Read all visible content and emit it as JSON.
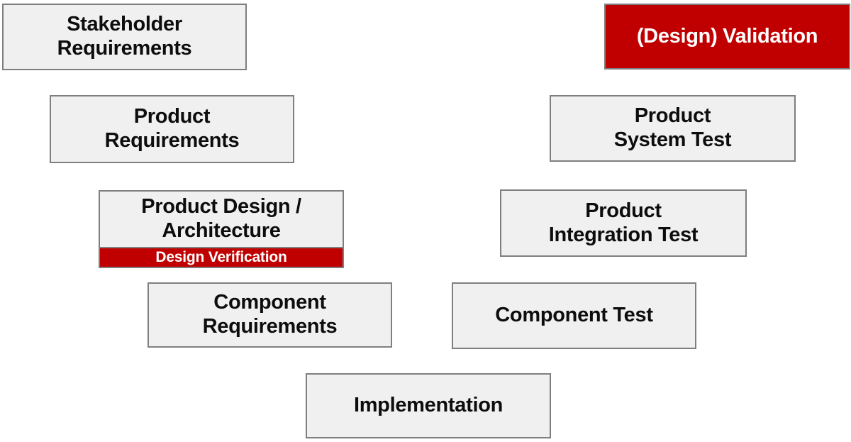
{
  "diagram": {
    "type": "v-model-process-diagram",
    "colors": {
      "box_fill": "#f0f0f0",
      "box_border": "#7f7f7f",
      "highlight_red": "#c00000",
      "text_black": "#0d0d0d",
      "text_white": "#ffffff"
    }
  },
  "boxes": {
    "stakeholder_requirements": {
      "label": "Stakeholder\nRequirements"
    },
    "design_validation": {
      "label": "(Design) Validation"
    },
    "product_requirements": {
      "label": "Product\nRequirements"
    },
    "product_system_test": {
      "label": "Product\nSystem Test"
    },
    "product_design_architecture": {
      "label": "Product Design /\nArchitecture"
    },
    "design_verification": {
      "label": "Design Verification"
    },
    "product_integration_test": {
      "label": "Product\nIntegration Test"
    },
    "component_requirements": {
      "label": "Component\nRequirements"
    },
    "component_test": {
      "label": "Component Test"
    },
    "implementation": {
      "label": "Implementation"
    }
  }
}
